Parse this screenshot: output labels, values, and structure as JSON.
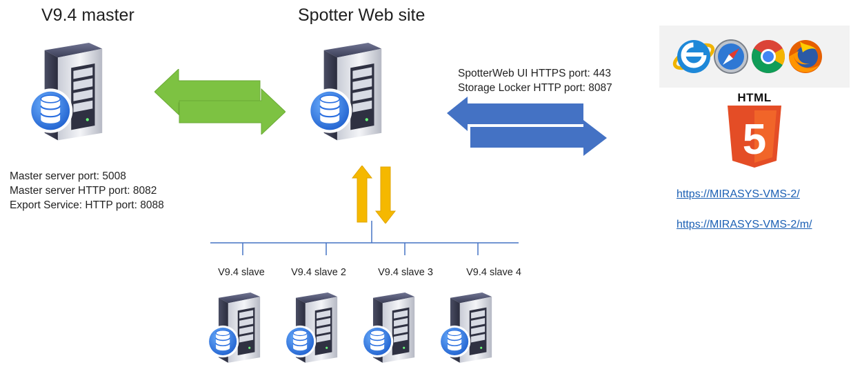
{
  "master": {
    "title": "V9.4 master",
    "ports": [
      "Master server port: 5008",
      "Master server HTTP port: 8082",
      "Export Service: HTTP port: 8088"
    ]
  },
  "webserver": {
    "title": "Spotter Web site",
    "ports": [
      "SpotterWeb UI HTTPS port: 443",
      "Storage Locker HTTP port: 8087"
    ]
  },
  "slaves": [
    {
      "label": "V9.4 slave"
    },
    {
      "label": "V9.4 slave 2"
    },
    {
      "label": "V9.4 slave 3"
    },
    {
      "label": "V9.4 slave 4"
    }
  ],
  "clients": {
    "browsers": [
      "internet-explorer-icon",
      "safari-icon",
      "chrome-icon",
      "firefox-icon"
    ],
    "html_label": "HTML",
    "html5_digit": "5",
    "links": [
      "https://MIRASYS-VMS-2/",
      "https://MIRASYS-VMS-2/m/"
    ]
  },
  "colors": {
    "green_arrow": "#7dc242",
    "blue_arrow": "#4472c4",
    "yellow_arrow": "#f5b800",
    "bus_line": "#4472c4",
    "html5_orange": "#e44d26"
  }
}
